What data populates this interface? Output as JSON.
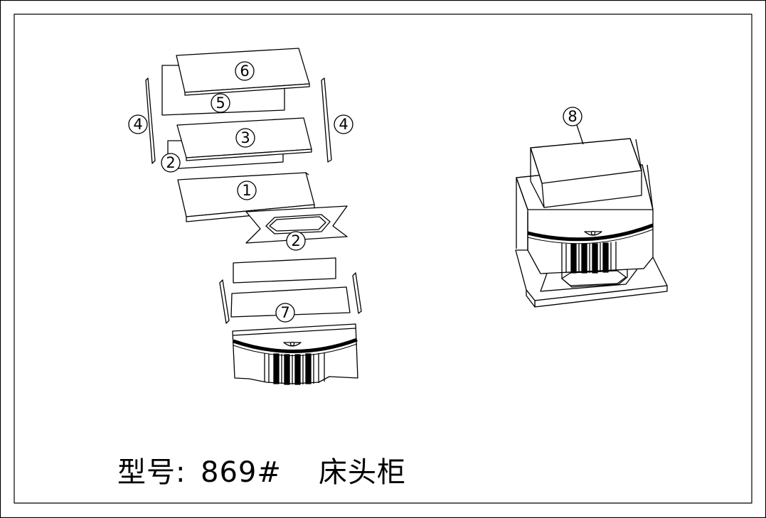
{
  "callouts": {
    "c1": "1",
    "c2a": "2",
    "c2b": "2",
    "c3": "3",
    "c4a": "4",
    "c4b": "4",
    "c5": "5",
    "c6": "6",
    "c7": "7",
    "c8": "8"
  },
  "title": {
    "model_label": "型号:",
    "model_number": "869#",
    "product_name": "床头柜"
  }
}
